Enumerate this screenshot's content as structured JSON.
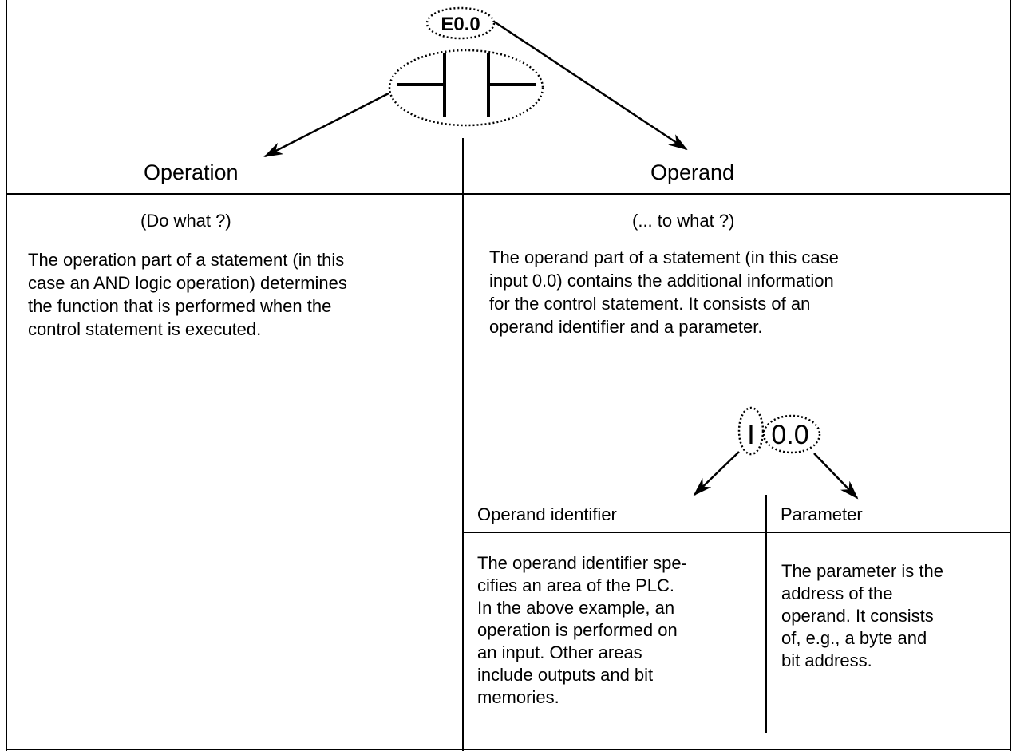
{
  "diagram": {
    "contact_address": "E0.0",
    "operation": {
      "heading": "Operation",
      "question": "(Do what ?)",
      "description": "The operation part of a statement (in this\ncase an AND logic operation) determines\nthe function that is performed when the\ncontrol statement is executed."
    },
    "operand": {
      "heading": "Operand",
      "question": "(... to what ?)",
      "description": "The operand part of a statement (in this case\ninput 0.0) contains the additional information\nfor the control statement. It consists of an\noperand identifier and a parameter.",
      "example": {
        "identifier_part": "I",
        "parameter_part": "0.0"
      },
      "identifier": {
        "heading": "Operand identifier",
        "description": "The operand identifier spe-\ncifies an area of the PLC.\nIn the above example, an\noperation is performed on\nan input. Other areas\ninclude outputs and bit\nmemories."
      },
      "parameter": {
        "heading": "Parameter",
        "description": "The parameter is the\naddress of the\noperand. It consists\nof, e.g., a byte and\nbit address."
      }
    }
  }
}
